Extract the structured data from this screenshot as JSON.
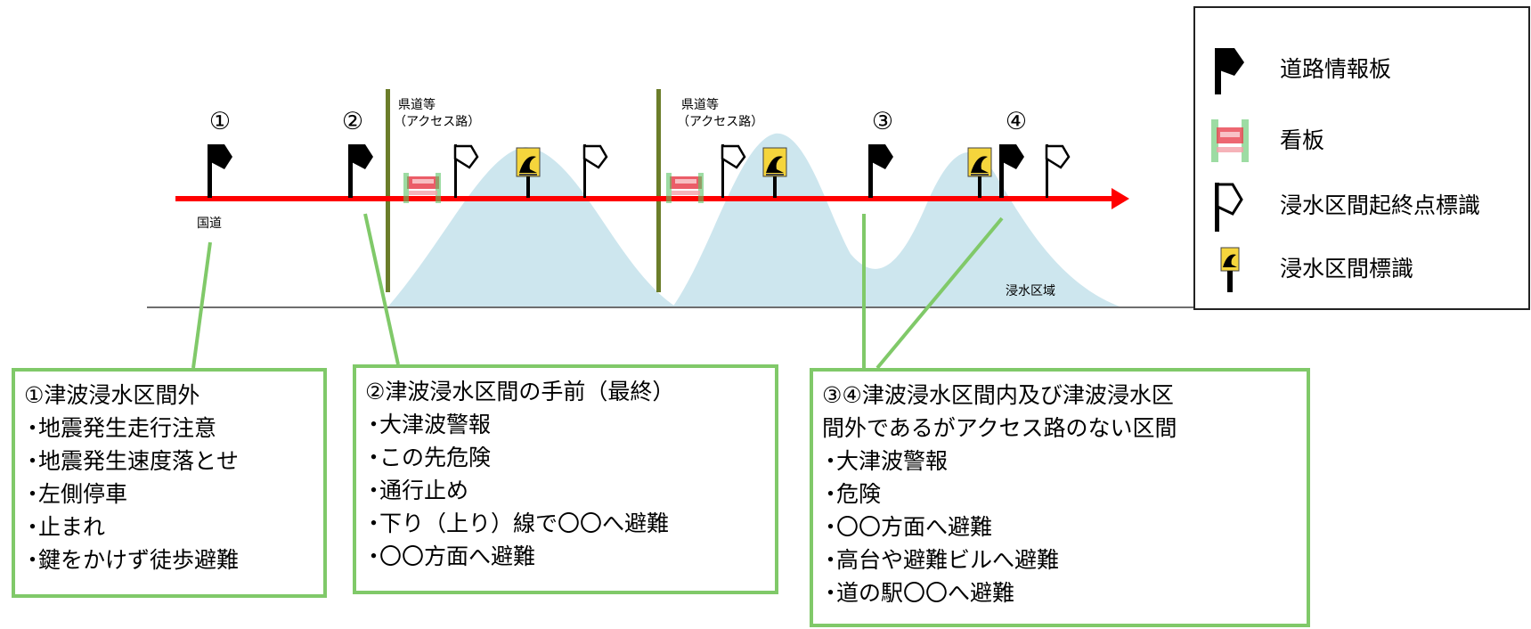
{
  "diagram": {
    "markers": [
      "①",
      "②",
      "③",
      "④"
    ],
    "road_labels": [
      [
        "県道等",
        "（アクセス路）"
      ],
      [
        "県道等",
        "（アクセス路）"
      ]
    ],
    "national_road_label": "国道",
    "flood_zone_label": "浸水区域"
  },
  "legend": [
    {
      "icon": "black-flag-icon",
      "label": "道路情報板"
    },
    {
      "icon": "signboard-icon",
      "label": "看板"
    },
    {
      "icon": "white-flag-icon",
      "label": "浸水区間起終点標識"
    },
    {
      "icon": "tsunami-sign-icon",
      "label": "浸水区間標識"
    }
  ],
  "callouts": [
    {
      "title_lines": [
        "①津波浸水区間外"
      ],
      "items": [
        "地震発生走行注意",
        "地震発生速度落とせ",
        "左側停車",
        "止まれ",
        "鍵をかけず徒歩避難"
      ]
    },
    {
      "title_lines": [
        "②津波浸水区間の手前（最終）"
      ],
      "items": [
        "大津波警報",
        "この先危険",
        "通行止め",
        "下り（上り）線で〇〇へ避難",
        "〇〇方面へ避難"
      ]
    },
    {
      "title_lines": [
        "③④津波浸水区間内及び津波浸水区",
        "間外であるがアクセス路のない区間"
      ],
      "items": [
        "大津波警報",
        "危険",
        "〇〇方面へ避難",
        "高台や避難ビルへ避難",
        "道の駅〇〇へ避難"
      ]
    }
  ],
  "colors": {
    "road_arrow": "#ff0000",
    "flood_area": "#cde6ee",
    "access_road": "#6b7d2a",
    "callout_border": "#80c969",
    "leader_line": "#80c969"
  }
}
